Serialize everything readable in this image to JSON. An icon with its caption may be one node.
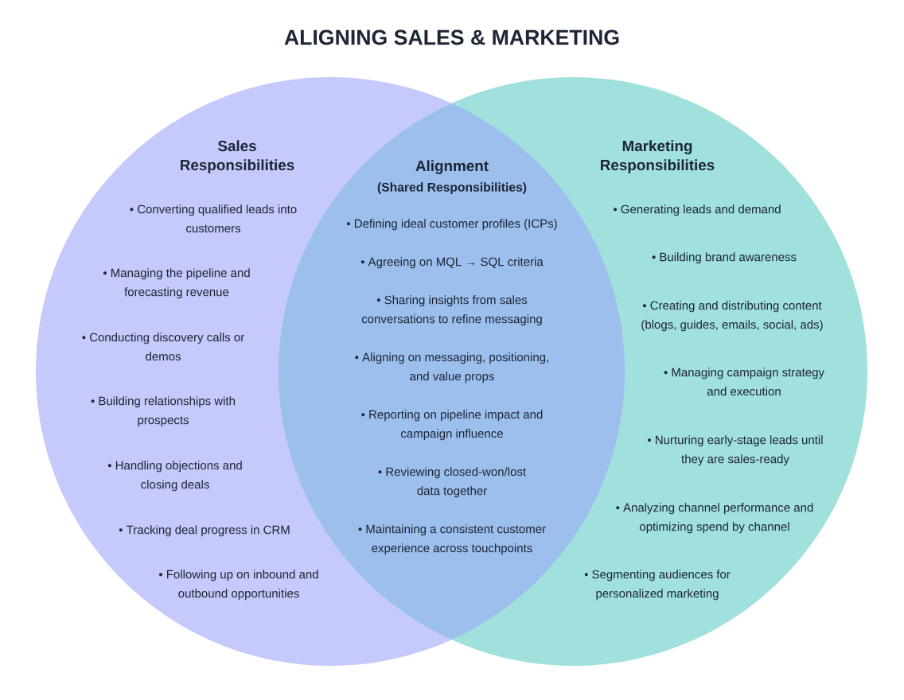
{
  "diagram": {
    "title": "ALIGNING SALES & MARKETING",
    "nodes": [
      {
        "text": [
          "Sales Responsibilities",
          "• Converting qualified leads into customers",
          "• Managing the pipeline and forecasting revenue",
          "• Conducting discovery calls or demos",
          "• Building relationships with prospects",
          "• Handling objections and closing deals",
          "• Tracking deal progress in CRM",
          "• Following up on inbound and outbound opportunities"
        ]
      },
      {
        "text": [
          "Alignment",
          "(Shared Responsibilities)",
          "• Defining ideal customer profiles (ICPs)",
          "• Agreeing on MQL → SQL criteria",
          "• Sharing insights from sales conversations to refine messaging",
          "• Aligning on messaging, positioning, and value props",
          "• Reporting on pipeline impact and campaign influence",
          "• Reviewing closed-won/lost data together",
          "• Maintaining a consistent customer experience across touchpoints"
        ]
      },
      {
        "text": [
          "Marketing Responsibilities",
          "• Generating leads and demand",
          "• Building brand awareness",
          "• Creating and distributing content (blogs, guides, emails, social, ads)",
          "• Managing campaign strategy and execution",
          "• Nurturing early-stage leads until they are sales-ready",
          "• Analyzing channel performance and optimizing spend by channel",
          "• Segmenting audiences for personalized marketing"
        ]
      }
    ]
  }
}
